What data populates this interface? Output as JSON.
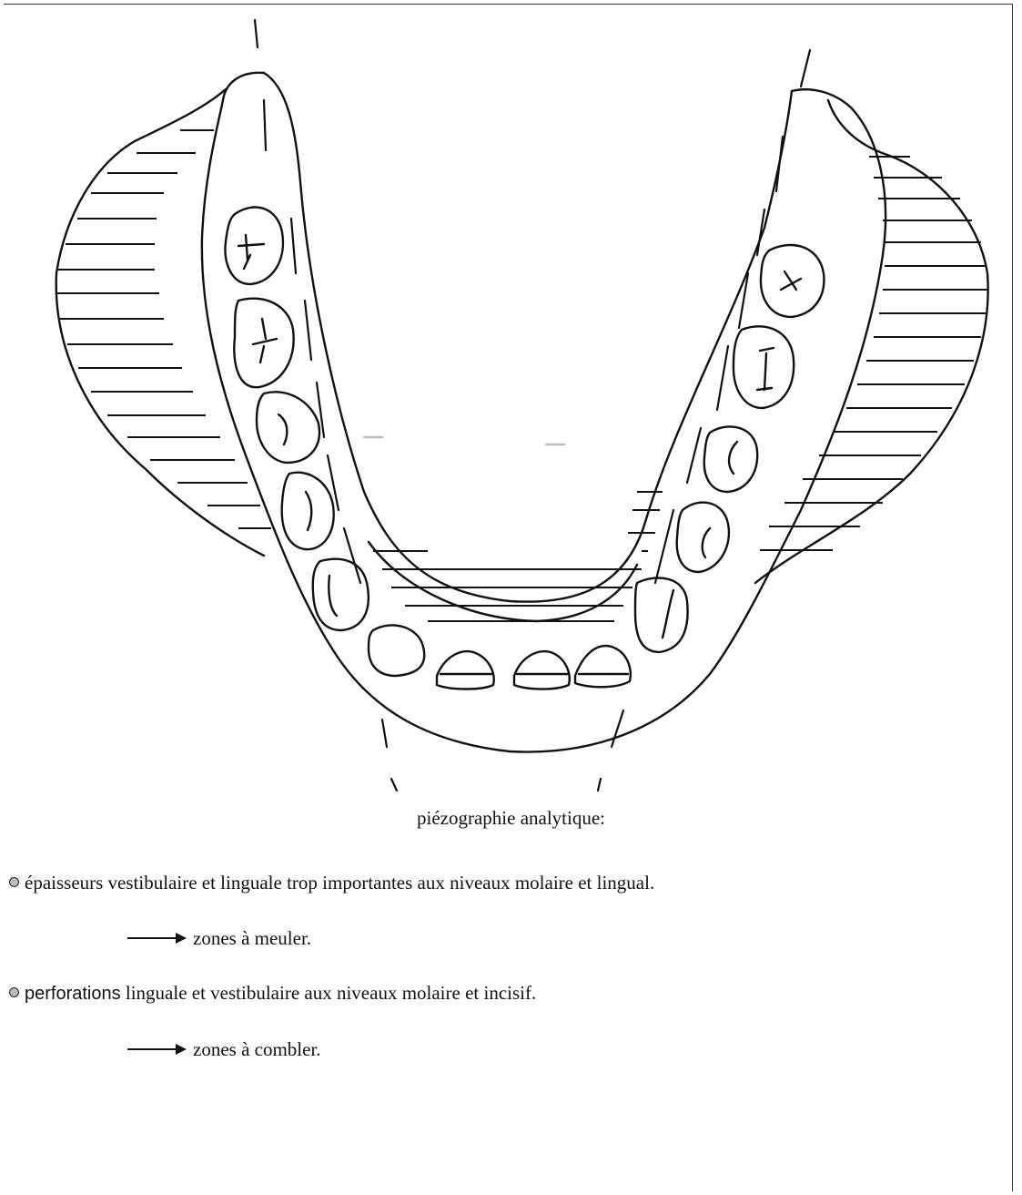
{
  "caption": "piézographie analytique:",
  "findings": [
    {
      "text": "épaisseurs vestibulaire et linguale trop importantes aux niveaux molaire et lingual.",
      "consequence": "zones à meuler."
    },
    {
      "text_prefix": "perforations",
      "text": " linguale et vestibulaire aux niveaux molaire et incisif.",
      "consequence": "zones à combler."
    }
  ]
}
